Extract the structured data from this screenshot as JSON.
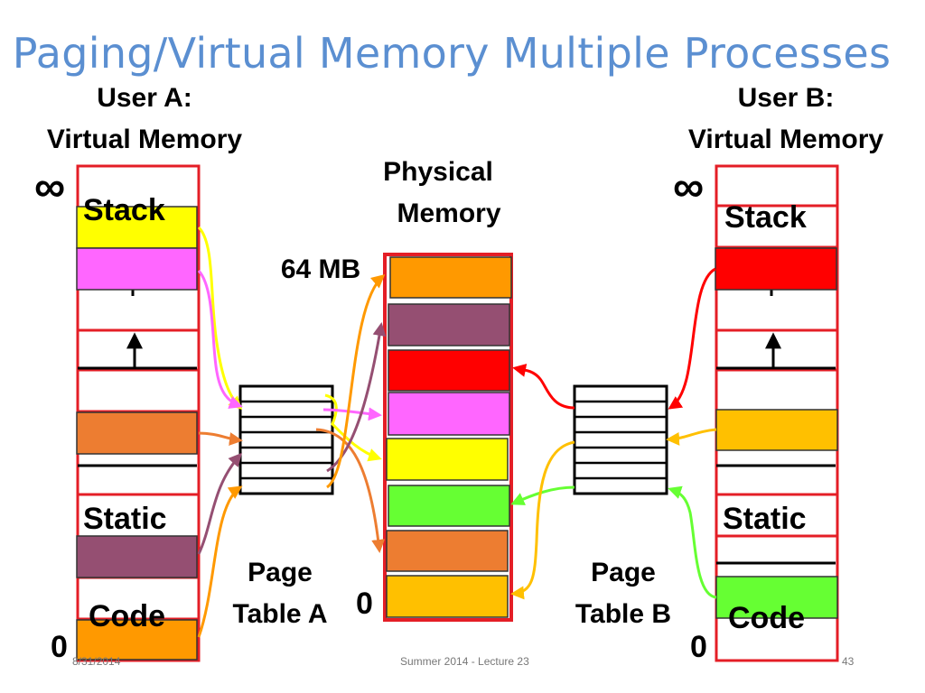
{
  "slide": {
    "title": "Paging/Virtual Memory Multiple Processes",
    "footer_left": "8/31/2014",
    "footer_center": "Summer 2014 - Lecture 23",
    "footer_right": "43"
  },
  "user_a": {
    "line1": "User A:",
    "line2": "Virtual Memory",
    "infinity": "∞",
    "zero": "0",
    "stack": "Stack",
    "static": "Static",
    "code": "Code"
  },
  "user_b": {
    "line1": "User B:",
    "line2": "Virtual Memory",
    "infinity": "∞",
    "zero": "0",
    "stack": "Stack",
    "static": "Static",
    "code": "Code"
  },
  "physical": {
    "line1": "Physical",
    "line2": "Memory",
    "top": "64 MB",
    "bottom": "0"
  },
  "page_table_a": {
    "line1": "Page",
    "line2": "Table A"
  },
  "page_table_b": {
    "line1": "Page",
    "line2": "Table B"
  },
  "colors": {
    "yellow": "#ffff00",
    "pink": "#ff66ff",
    "orange": "#ed7d31",
    "purple": "#954f72",
    "amber": "#ff9900",
    "red": "#ff0000",
    "green": "#66ff33",
    "gold": "#ffc000",
    "frame": "#e41e26"
  }
}
